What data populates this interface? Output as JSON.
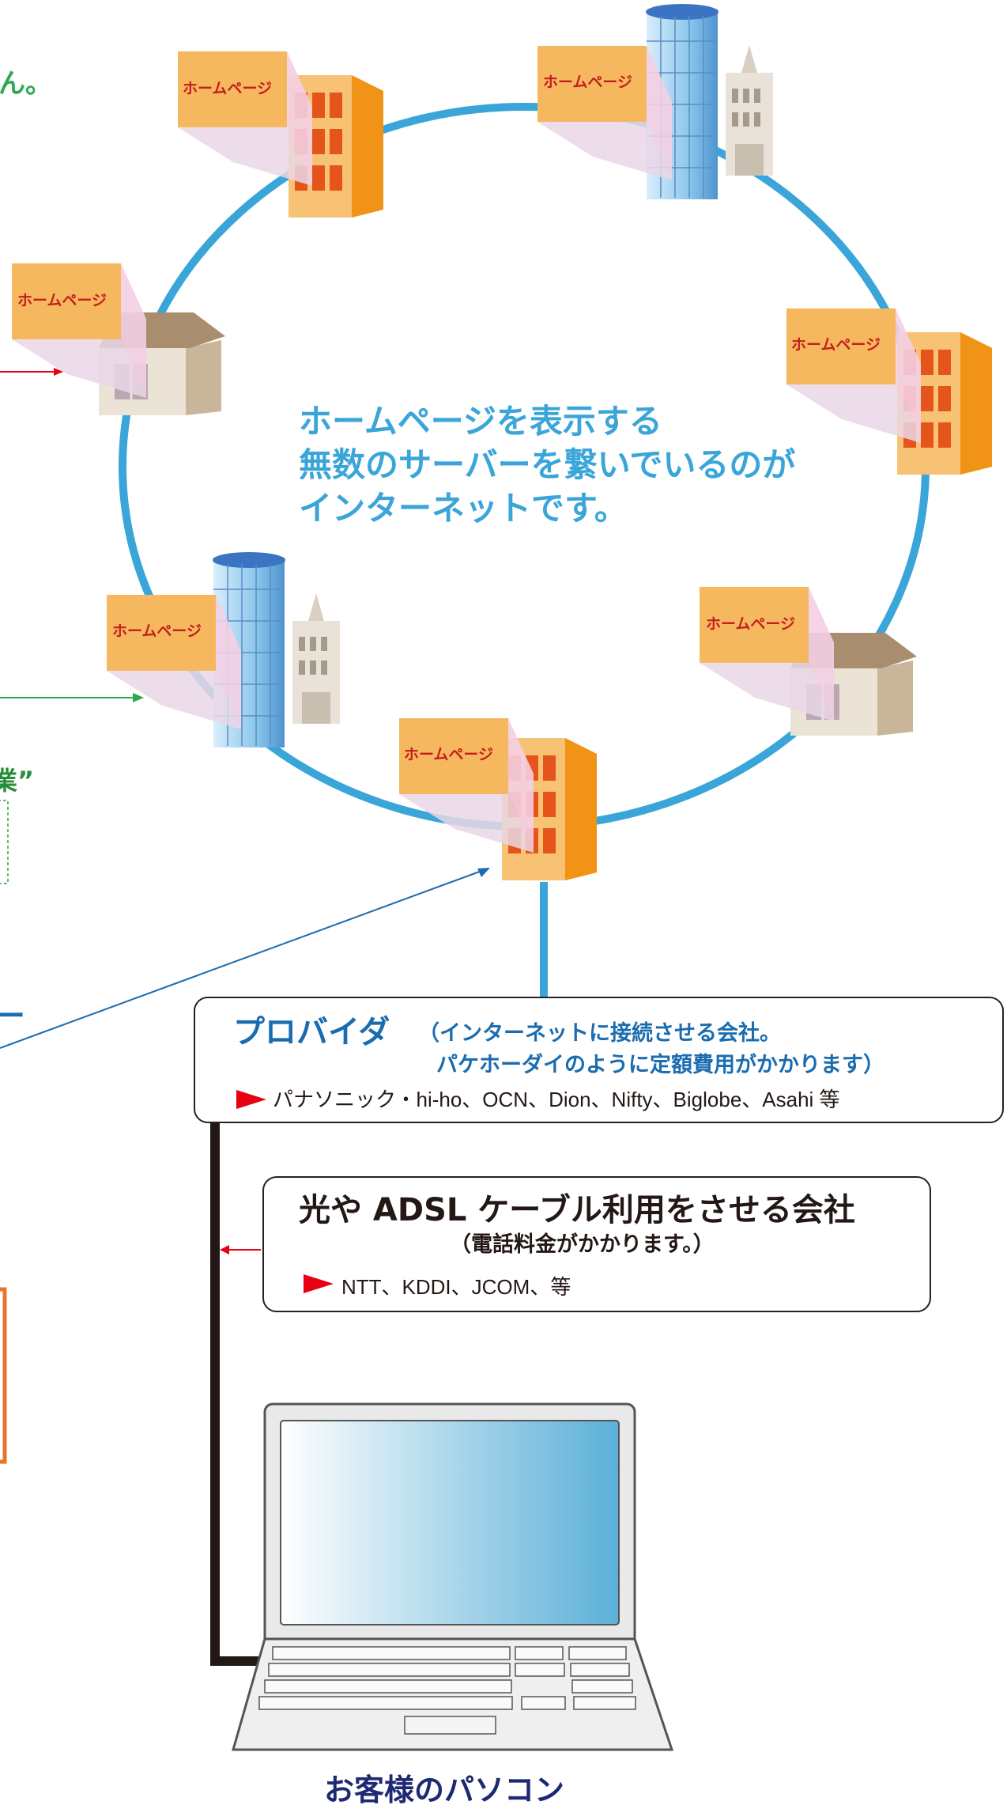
{
  "colors": {
    "ring": "#3aa5d8",
    "accent_blue": "#1a6cb0",
    "pc_label": "#1d2a73",
    "arrow_red": "#e60012",
    "note_orange": "#f6b85e",
    "building_orange": "#f39a1c",
    "window_red": "#e5541a"
  },
  "homepage_label": "ホームページ",
  "center_text": {
    "line1": "ホームページを表示する",
    "line2": "無数のサーバーを繋いでいるのが",
    "line3": "インターネットです。"
  },
  "servers": [
    {
      "type": "office-building",
      "label": "ホームページ"
    },
    {
      "type": "tower-building",
      "label": "ホームページ"
    },
    {
      "type": "house",
      "label": "ホームページ"
    },
    {
      "type": "office-building",
      "label": "ホームページ"
    },
    {
      "type": "tower-building",
      "label": "ホームページ"
    },
    {
      "type": "house",
      "label": "ホームページ"
    },
    {
      "type": "office-building",
      "label": "ホームページ"
    }
  ],
  "provider": {
    "title": "プロバイダ",
    "note_line1": "（インターネットに接続させる会社。",
    "note_line2": "パケホーダイのように定額費用がかかります）",
    "examples": "パナソニック・hi-ho、OCN、Dion、Nifty、Biglobe、Asahi 等"
  },
  "line_company": {
    "title": "光や ADSL ケーブル利用をさせる会社",
    "note": "（電話料金がかかります。）",
    "examples": "NTT、KDDI、JCOM、等"
  },
  "pc_label": "お客様のパソコン",
  "left_fragments": {
    "green_char": "ん。",
    "green_quote": "業”",
    "blue_dash": "ー"
  }
}
